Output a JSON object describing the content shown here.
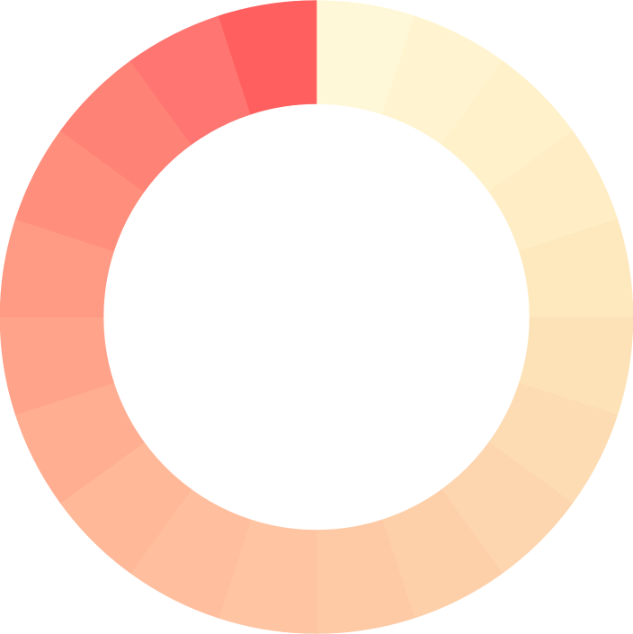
{
  "chart_data": {
    "type": "pie",
    "style": "donut",
    "start_angle": "top",
    "direction": "clockwise",
    "values": [
      1,
      1,
      1,
      1,
      1,
      1,
      1,
      1,
      1,
      1,
      1,
      1,
      1,
      1,
      1,
      1,
      1,
      1,
      1,
      1
    ],
    "colors": [
      "#fff8d8",
      "#fff4cf",
      "#fff1c9",
      "#ffedc5",
      "#fee9bf",
      "#fde2b8",
      "#fddcb3",
      "#fdd6af",
      "#fdd0aa",
      "#fecaa5",
      "#ffc4a1",
      "#ffbe9d",
      "#ffb898",
      "#ffae92",
      "#ffa48b",
      "#ff9a84",
      "#ff8f7c",
      "#ff8276",
      "#ff7571",
      "#ff5f5f"
    ]
  }
}
